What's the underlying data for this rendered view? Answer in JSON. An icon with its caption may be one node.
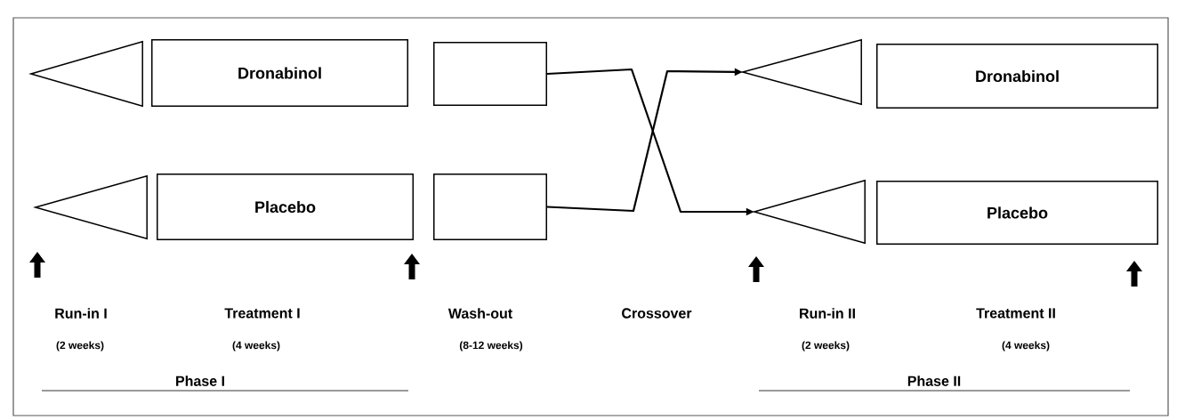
{
  "diagram": {
    "nodes": [
      {
        "text": [],
        "shape": "triangle"
      },
      {
        "text": [
          "Dronabinol"
        ]
      },
      {
        "text": [],
        "shape": "box"
      },
      {
        "text": [],
        "shape": "triangle"
      },
      {
        "text": [
          "Dronabinol"
        ]
      },
      {
        "text": [],
        "shape": "triangle"
      },
      {
        "text": [
          "Placebo"
        ]
      },
      {
        "text": [],
        "shape": "box"
      },
      {
        "text": [],
        "shape": "triangle"
      },
      {
        "text": [
          "Placebo"
        ]
      }
    ],
    "edges": [
      {
        "from": 2,
        "to": 8,
        "arrow": "to"
      },
      {
        "from": 7,
        "to": 3,
        "arrow": "to"
      }
    ],
    "labels": [
      "Run-in I",
      "Treatment I",
      "Wash-out",
      "Crossover",
      "Run-in II",
      "Treatment II",
      "(2 weeks)",
      "(4 weeks)",
      "(8-12 weeks)",
      "(2 weeks)",
      "(4 weeks)",
      "Phase I",
      "Phase II"
    ]
  }
}
